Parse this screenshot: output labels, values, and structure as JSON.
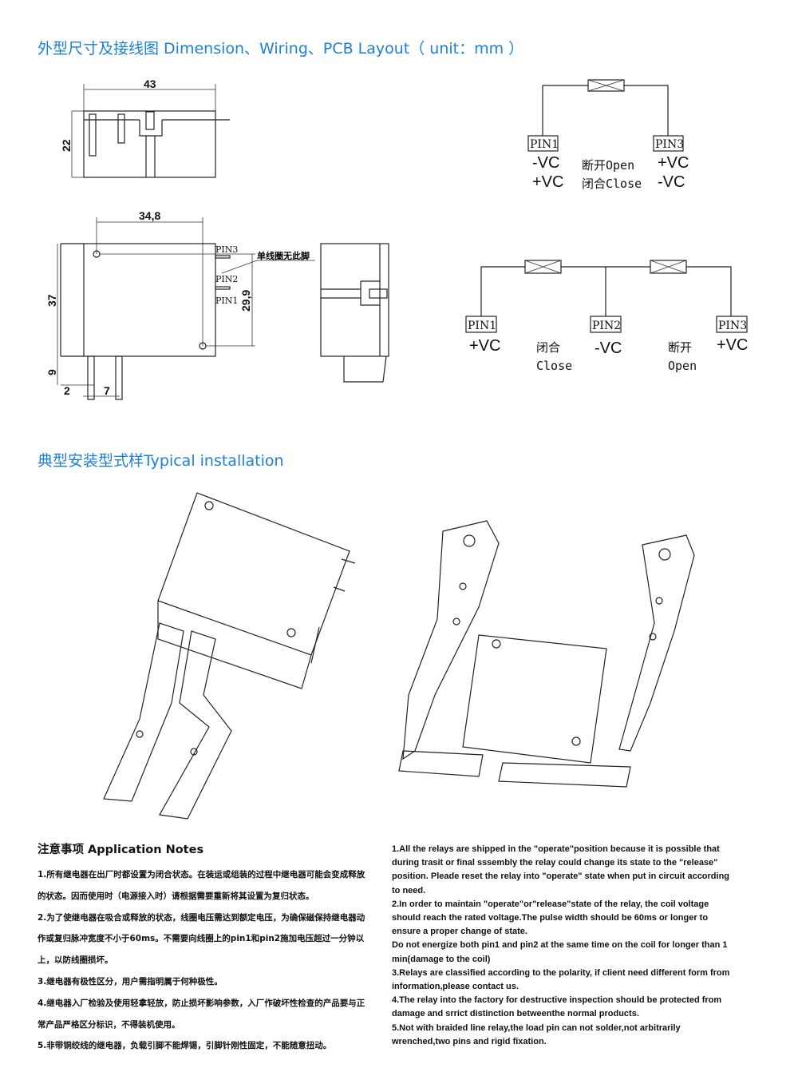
{
  "section1": {
    "title": "外型尺寸及接线图 Dimension、Wiring、PCB Layout（ unit：mm ）"
  },
  "dimensions": {
    "width": "43",
    "height": "22",
    "pin_span": "34,8",
    "length": "37",
    "pin_height": "9",
    "offset_a": "2",
    "offset_b": "7",
    "pin_distance": "29,9",
    "pin3": "PIN3",
    "pin2": "PIN2",
    "pin1": "PIN1",
    "note": "单线圈无此脚"
  },
  "wiring_single": {
    "pin1": "PIN1",
    "pin3": "PIN3",
    "pin1_v1": "-VC",
    "pin1_v2": "+VC",
    "state1": "断开Open",
    "state2": "闭合Close",
    "pin3_v1": "+VC",
    "pin3_v2": "-VC"
  },
  "wiring_double": {
    "pin1": "PIN1",
    "pin2": "PIN2",
    "pin3": "PIN3",
    "pin1_v": "+VC",
    "pin2_v": "-VC",
    "pin3_v": "+VC",
    "close_cn": "闭合",
    "close_en": "Close",
    "open_cn": "断开",
    "open_en": "Open"
  },
  "section2": {
    "title": "典型安装型式样Typical installation"
  },
  "notes": {
    "heading": "注意事项 Application Notes",
    "cn": [
      "1.所有继电器在出厂时都设置为闭合状态。在装运或组装的过程中继电器可能会变成释放的状态。因而使用时（电源接入时）请根据需要重新将其设置为复归状态。",
      "2.为了使继电器在吸合或释放的状态，线圈电压需达到额定电压，为确保磁保持继电器动作或复归脉冲宽度不小于60ms。不需要向线圈上的pin1和pin2施加电压超过一分钟以上，以防线圈损坏。",
      "3.继电器有极性区分，用户需指明属于何种极性。",
      "4.继电器入厂检验及使用轻拿轻放，防止损坏影响参数，入厂作破坏性检查的产品要与正常产品严格区分标识，不得装机使用。",
      "5.非带铜绞线的继电器，负载引脚不能焊锡，引脚针刚性固定，不能随意扭动。"
    ],
    "en": [
      "1.All the relays are shipped in the \"operate\"position because it is possible that during trasit or final sssembly the relay could change its state to the \"release\" position. Pleade reset the relay into \"operate\" state when put in circuit according to need.",
      "2.In order to maintain \"operate\"or\"release\"state of the relay, the coil voltage should reach the rated voltage.The pulse width should be 60ms or longer to ensure a proper change of state.",
      "Do not energize both pin1 and pin2 at the same time on the coil for longer than 1 min(damage to the coil)",
      "3.Relays are classified according to the polarity, if client need different form from information,please contact us.",
      "4.The relay into the factory for destructive inspection should be protected from damage and srrict distinction betweenthe normal products.",
      "5.Not with braided line relay,the load pin can not solder,not arbitrarily wrenched,two pins and rigid fixation."
    ]
  },
  "colors": {
    "accent": "#1d7fd8"
  }
}
